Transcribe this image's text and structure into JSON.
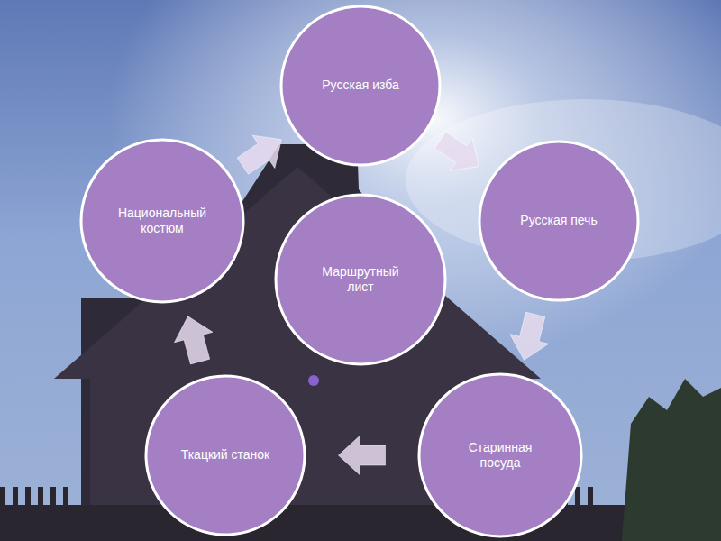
{
  "diagram": {
    "nodes": [
      {
        "text": [
          "Русская изба"
        ]
      },
      {
        "text": [
          "Русская печь"
        ]
      },
      {
        "text": [
          "Старинная посуда"
        ]
      },
      {
        "text": [
          "Ткацкий станок"
        ]
      },
      {
        "text": [
          "Национальный костюм"
        ]
      },
      {
        "text": [
          "Маршрутный лист"
        ]
      }
    ],
    "edges": [
      {
        "from": 0,
        "to": 1,
        "arrow": "to"
      },
      {
        "from": 1,
        "to": 2,
        "arrow": "to"
      },
      {
        "from": 2,
        "to": 3,
        "arrow": "to"
      },
      {
        "from": 3,
        "to": 4,
        "arrow": "to"
      },
      {
        "from": 4,
        "to": 0,
        "arrow": "to"
      }
    ]
  }
}
